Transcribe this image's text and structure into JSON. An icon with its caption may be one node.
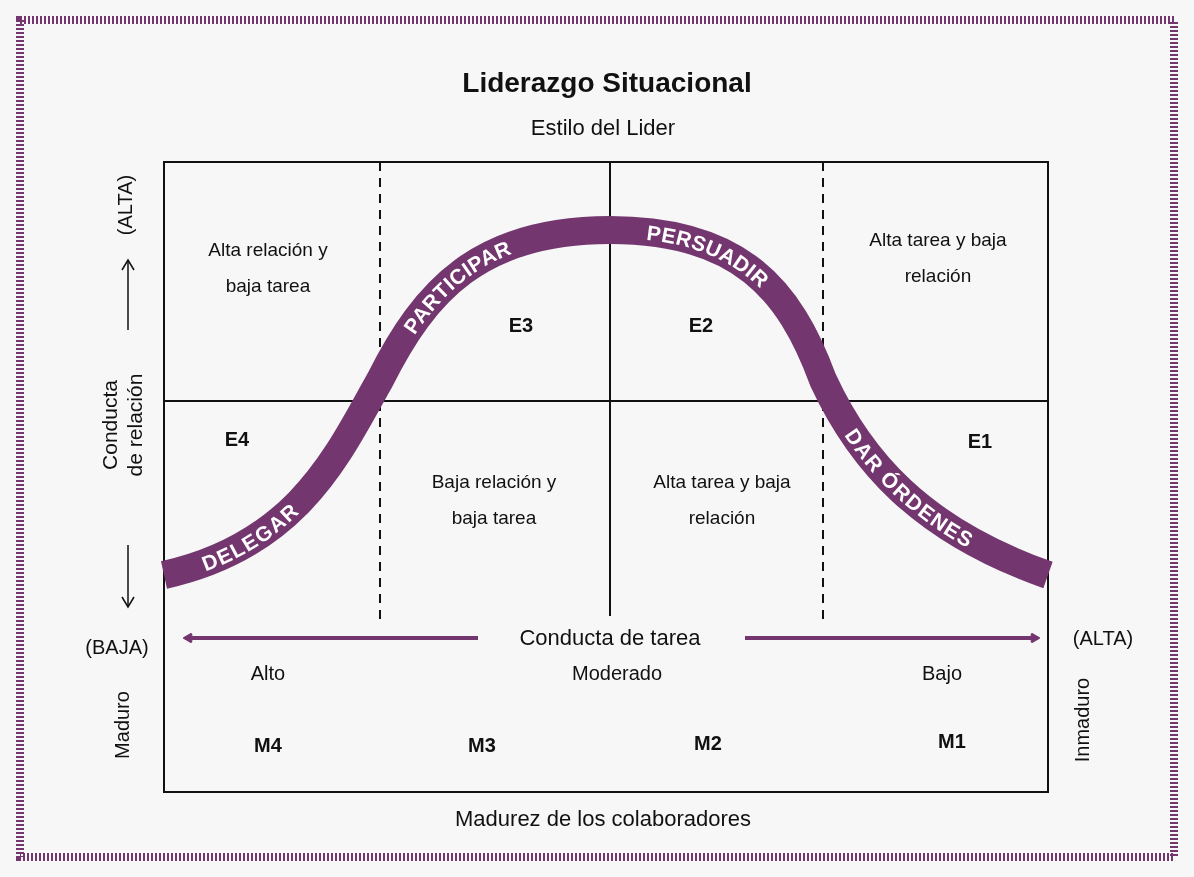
{
  "diagram": {
    "title": "Liderazgo Situacional",
    "labels": [
      "Estilo del Lider",
      "(ALTA)",
      "Alta relación y baja tarea",
      "PARTICIPAR",
      "PERSUADIR",
      "Alta tarea y baja relación",
      "E3",
      "E2",
      "Conducta de relación",
      "E4",
      "E1",
      "Baja relación y baja tarea",
      "Alta tarea y baja relación",
      "DELEGAR",
      "DAR ÓRDENES",
      "(BAJA)",
      "Conducta de  tarea",
      "(ALTA)",
      "Alto",
      "Moderado",
      "Bajo",
      "Maduro",
      "M4",
      "M3",
      "M2",
      "M1",
      "Inmaduro",
      "Madurez de los colaboradores"
    ]
  }
}
